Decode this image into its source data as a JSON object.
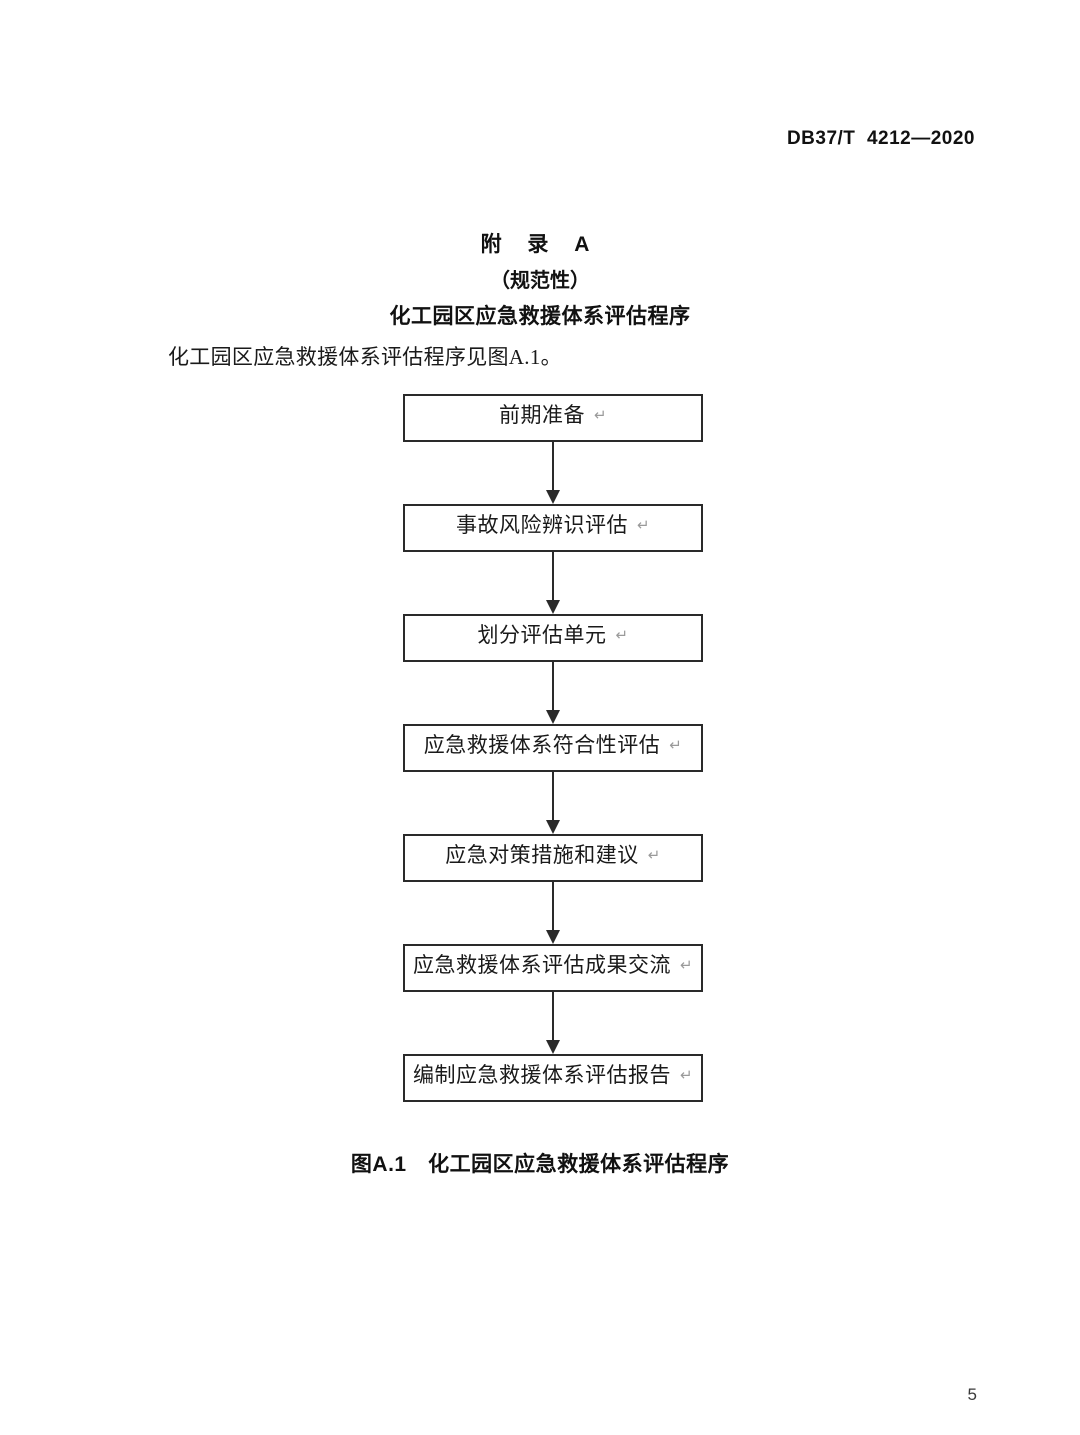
{
  "header": {
    "standard_number": "DB37/T  4212—2020"
  },
  "annex": {
    "label": "附 录 A",
    "kind": "（规范性）",
    "heading": "化工园区应急救援体系评估程序"
  },
  "intro": {
    "paragraph": "化工园区应急救援体系评估程序见图A.1。"
  },
  "flowchart": {
    "type": "flowchart",
    "orientation": "vertical",
    "connector_icon": "arrow-down-icon",
    "nodes": [
      {
        "label": "前期准备",
        "return_mark": "↵"
      },
      {
        "label": "事故风险辨识评估",
        "return_mark": "↵"
      },
      {
        "label": "划分评估单元",
        "return_mark": "↵"
      },
      {
        "label": "应急救援体系符合性评估",
        "return_mark": "↵"
      },
      {
        "label": "应急对策措施和建议",
        "return_mark": "↵"
      },
      {
        "label": "应急救援体系评估成果交流",
        "return_mark": "↵"
      },
      {
        "label": "编制应急救援体系评估报告",
        "return_mark": "↵"
      }
    ]
  },
  "figure": {
    "caption": "图A.1　化工园区应急救援体系评估程序"
  },
  "footer": {
    "page_number": "5"
  },
  "colors": {
    "text": "#1a1a1a",
    "box_border": "#2a2a2a",
    "return_mark": "#9a9a9a",
    "page": "#ffffff"
  }
}
